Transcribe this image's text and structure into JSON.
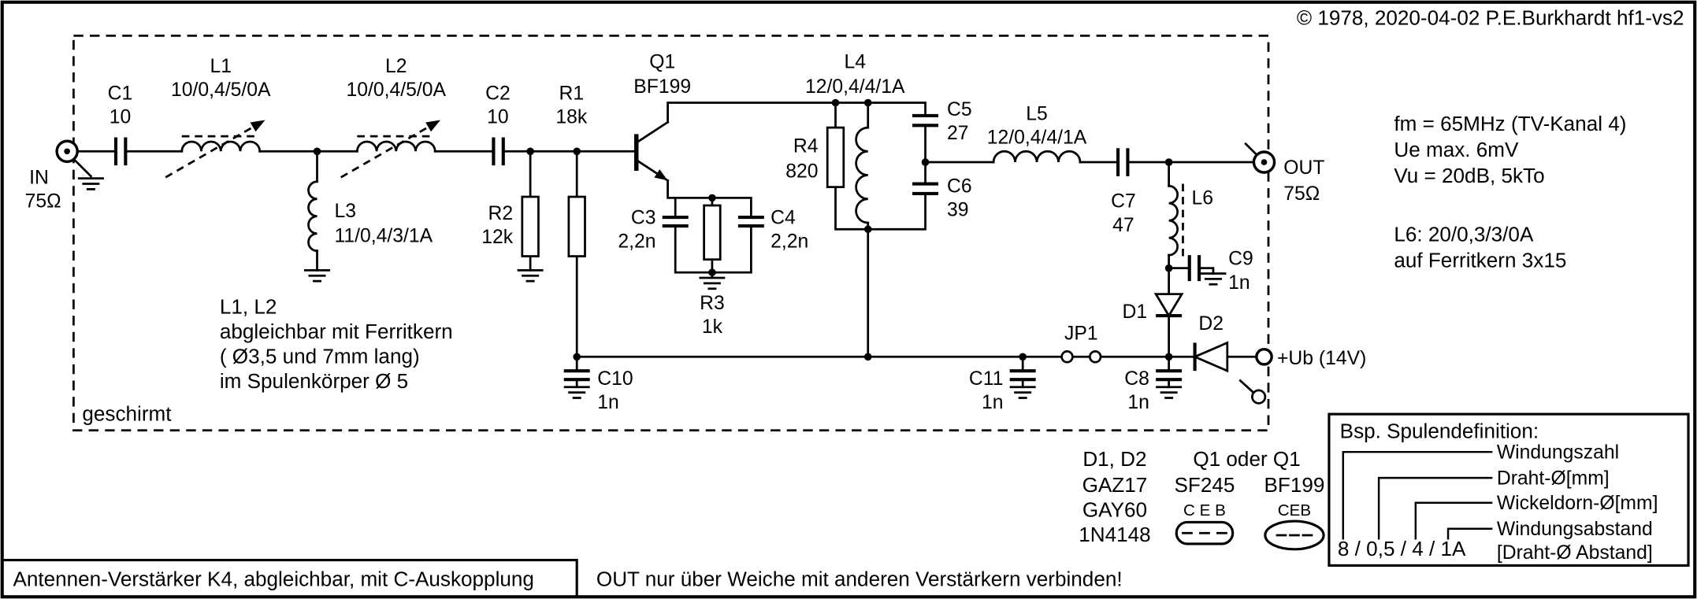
{
  "copyright": "© 1978, 2020-04-02 P.E.Burkhardt hf1-vs2",
  "shield_label": "geschirmt",
  "ports": {
    "in_label": "IN",
    "in_impedance": "75Ω",
    "out_label": "OUT",
    "out_impedance": "75Ω",
    "supply_label": "+Ub (14V)",
    "jumper_label": "JP1"
  },
  "components": {
    "C1": {
      "ref": "C1",
      "value": "10"
    },
    "C2": {
      "ref": "C2",
      "value": "10"
    },
    "C3": {
      "ref": "C3",
      "value": "2,2n"
    },
    "C4": {
      "ref": "C4",
      "value": "2,2n"
    },
    "C5": {
      "ref": "C5",
      "value": "27"
    },
    "C6": {
      "ref": "C6",
      "value": "39"
    },
    "C7": {
      "ref": "C7",
      "value": "47"
    },
    "C8": {
      "ref": "C8",
      "value": "1n"
    },
    "C9": {
      "ref": "C9",
      "value": "1n"
    },
    "C10": {
      "ref": "C10",
      "value": "1n"
    },
    "C11": {
      "ref": "C11",
      "value": "1n"
    },
    "R1": {
      "ref": "R1",
      "value": "18k"
    },
    "R2": {
      "ref": "R2",
      "value": "12k"
    },
    "R3": {
      "ref": "R3",
      "value": "1k"
    },
    "R4": {
      "ref": "R4",
      "value": "820"
    },
    "L1": {
      "ref": "L1",
      "value": "10/0,4/5/0A"
    },
    "L2": {
      "ref": "L2",
      "value": "10/0,4/5/0A"
    },
    "L3": {
      "ref": "L3",
      "value": "11/0,4/3/1A"
    },
    "L4": {
      "ref": "L4",
      "value": "12/0,4/4/1A"
    },
    "L5": {
      "ref": "L5",
      "value": "12/0,4/4/1A"
    },
    "L6": {
      "ref": "L6"
    },
    "Q1": {
      "ref": "Q1",
      "value": "BF199"
    },
    "D1": {
      "ref": "D1"
    },
    "D2": {
      "ref": "D2"
    }
  },
  "notes": {
    "coil_adjust": {
      "line1": "L1, L2",
      "line2": "abgleichbar mit Ferritkern",
      "line3": "( Ø3,5 und 7mm lang)",
      "line4": "im Spulenkörper Ø 5"
    },
    "specs": {
      "line1": "fm = 65MHz (TV-Kanal 4)",
      "line2": "Ue max. 6mV",
      "line3": "Vu = 20dB, 5kTo"
    },
    "l6_note": {
      "line1": "L6: 20/0,3/3/0A",
      "line2": "auf Ferritkern 3x15"
    }
  },
  "parts_table": {
    "diodes": {
      "title": "D1, D2",
      "type1": "GAZ17",
      "type2": "GAY60",
      "type3": "1N4148"
    },
    "transistors": {
      "title": "Q1 oder Q1",
      "option1": "SF245",
      "option2": "BF199",
      "pinout1": "C E B",
      "pinout2": "CEB"
    }
  },
  "coil_definition": {
    "title": "Bsp. Spulendefinition:",
    "label1": "Windungszahl",
    "label2": "Draht-Ø[mm]",
    "label3": "Wickeldorn-Ø[mm]",
    "label4": "Windungsabstand",
    "label5": "[Draht-Ø Abstand]",
    "example": "8 / 0,5 / 4 / 1A"
  },
  "footer": {
    "title": "Antennen-Verstärker K4, abgleichbar, mit C-Auskopplung",
    "warning": "OUT nur über Weiche mit anderen Verstärkern verbinden!"
  }
}
